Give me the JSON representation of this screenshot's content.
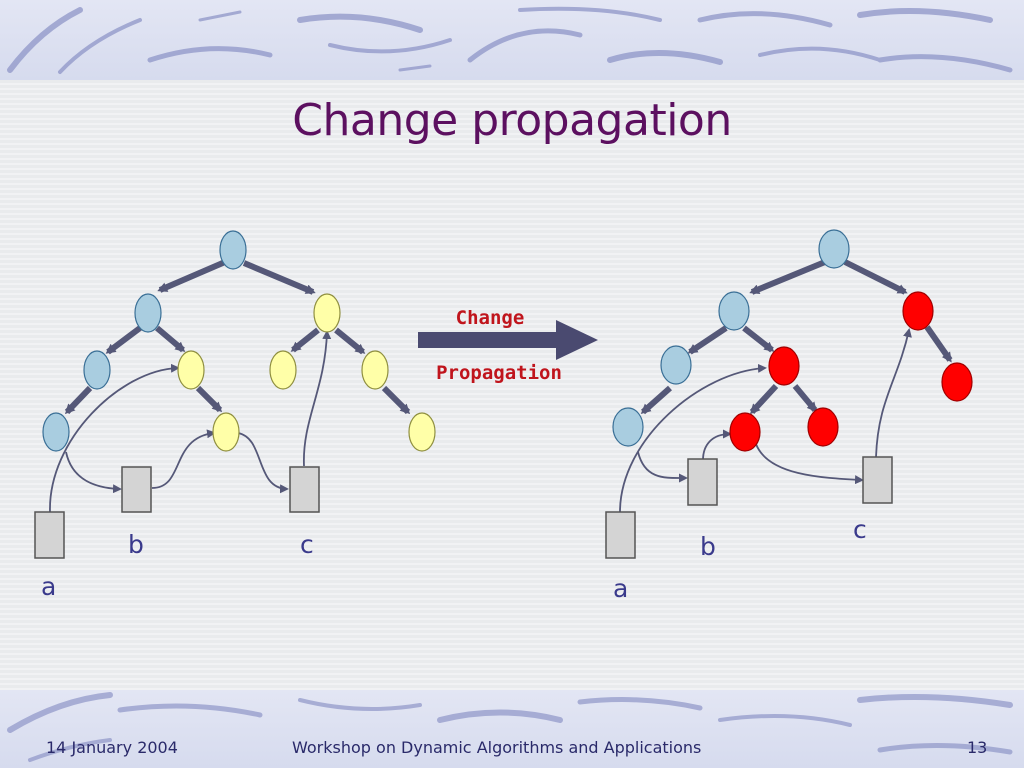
{
  "slide": {
    "title": "Change propagation",
    "footer": {
      "date": "14 January 2004",
      "event": "Workshop on Dynamic Algorithms and Applications",
      "page": "13"
    }
  },
  "arrow_label": {
    "line1": "Change",
    "line2": "Propagation"
  },
  "left_tree": {
    "labels": {
      "a": "a",
      "b": "b",
      "c": "c"
    }
  },
  "right_tree": {
    "labels": {
      "a": "a",
      "b": "b",
      "c": "c"
    }
  },
  "colors": {
    "title": "#5c1060",
    "node_blue": "#a9cde0",
    "node_yellow": "#ffffa8",
    "node_red": "#ff0000",
    "edge": "#555878",
    "box": "#d4d4d4",
    "mono_label": "#c0141c"
  }
}
